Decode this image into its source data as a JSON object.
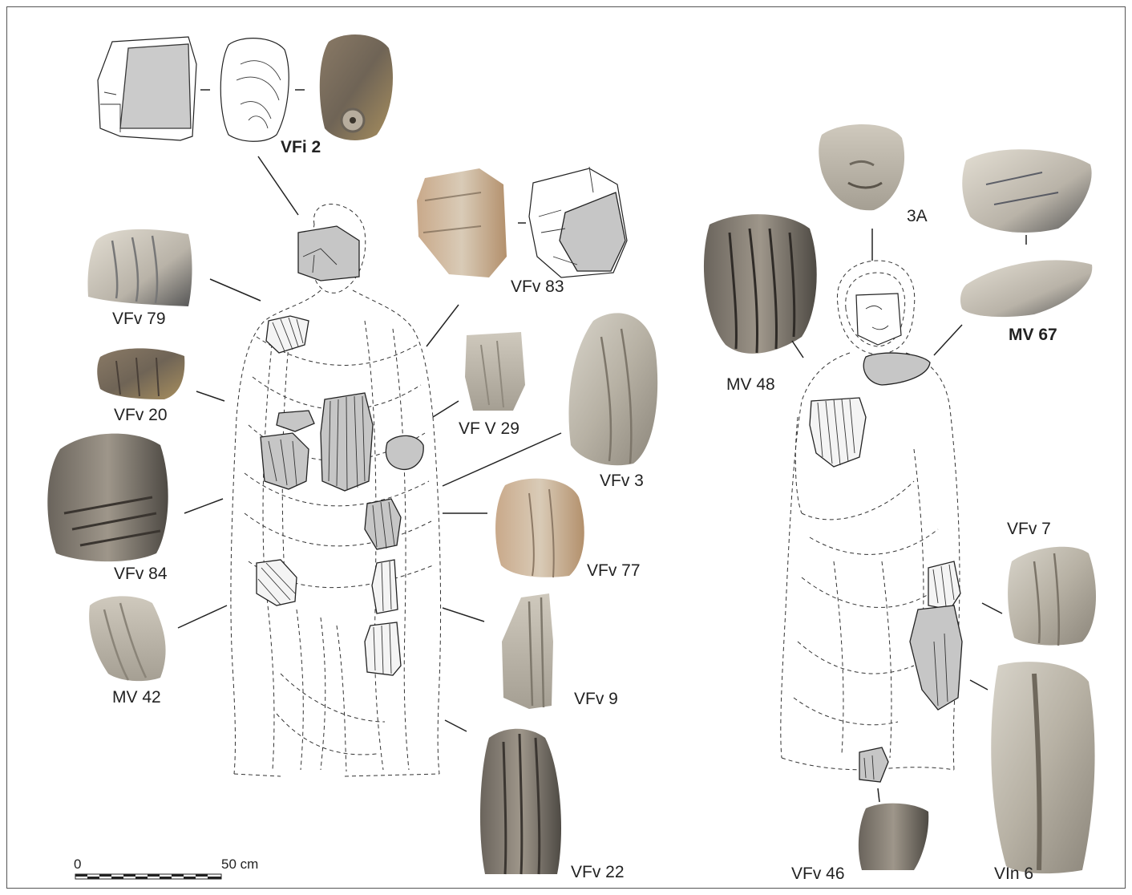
{
  "labels": {
    "vfi2": "VFi 2",
    "vfv83": "VFv 83",
    "vfv79": "VFv 79",
    "vfv20": "VFv 20",
    "vfv84": "VFv 84",
    "mv42": "MV 42",
    "vfv29": "VF V 29",
    "vfv3": "VFv 3",
    "vfv77": "VFv 77",
    "vfv9": "VFv 9",
    "vfv22": "VFv 22",
    "a3": "3A",
    "mv48": "MV 48",
    "mv67": "MV 67",
    "vfv7": "VFv 7",
    "vfv46": "VFv 46",
    "vln6": "VIn 6"
  },
  "scale_bar": {
    "start": "0",
    "end": "50 cm"
  },
  "colors": {
    "fragment_fill": "#c6c6c6",
    "outline": "#222222",
    "stone_light": "#b9b4a7",
    "stone_dark": "#5e5a54"
  }
}
